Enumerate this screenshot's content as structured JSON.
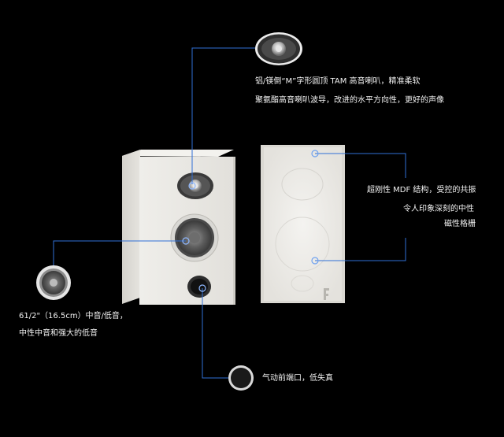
{
  "features": {
    "tweeter": {
      "line1": "铝/镁倒“M”字形圆顶 TAM 高音喇叭，精准柔软",
      "line2": "聚氨酯高音喇叭波导，改进的水平方向性，更好的声像"
    },
    "cabinet": {
      "line1": "超刚性 MDF 结构，受控的共振",
      "line2": "令人印象深刻的中性",
      "line3": "磁性格栅"
    },
    "woofer": {
      "line1": "61/2\"（16.5cm）中音/低音，",
      "line2": "中性中音和强大的低音"
    },
    "port": {
      "line1": "气动前端口，低失真"
    }
  },
  "colors": {
    "background": "#000000",
    "callout_line": "#2f6fd6",
    "cabinet_front": "#e9e8e4",
    "cabinet_side": "#d8d6d0",
    "text": "#f2f2f2"
  },
  "icons": {
    "tweeter": "tweeter-dome-icon",
    "woofer": "woofer-cone-icon",
    "port": "bass-port-ring-icon",
    "logo": "focal-logo-icon"
  }
}
